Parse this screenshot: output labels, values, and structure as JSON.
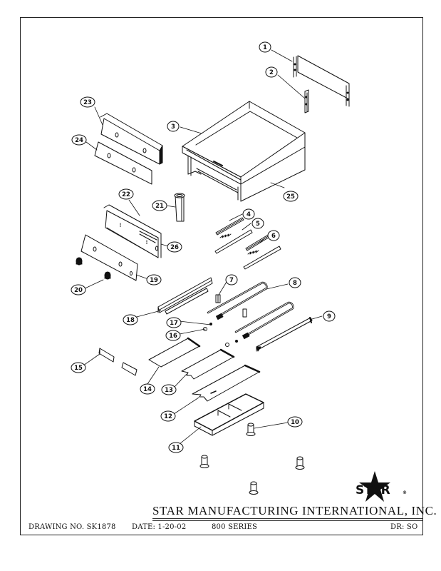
{
  "drawing": {
    "type": "exploded-parts-diagram",
    "subject": "800 Series griddle"
  },
  "callouts": [
    {
      "id": "1",
      "label": "1"
    },
    {
      "id": "2",
      "label": "2"
    },
    {
      "id": "3",
      "label": "3"
    },
    {
      "id": "4",
      "label": "4"
    },
    {
      "id": "5",
      "label": "5"
    },
    {
      "id": "6",
      "label": "6"
    },
    {
      "id": "7",
      "label": "7"
    },
    {
      "id": "8",
      "label": "8"
    },
    {
      "id": "9",
      "label": "9"
    },
    {
      "id": "10",
      "label": "10"
    },
    {
      "id": "11",
      "label": "11"
    },
    {
      "id": "12",
      "label": "12"
    },
    {
      "id": "13",
      "label": "13"
    },
    {
      "id": "14",
      "label": "14"
    },
    {
      "id": "15",
      "label": "15"
    },
    {
      "id": "16",
      "label": "16"
    },
    {
      "id": "17",
      "label": "17"
    },
    {
      "id": "18",
      "label": "18"
    },
    {
      "id": "19",
      "label": "19"
    },
    {
      "id": "20",
      "label": "20"
    },
    {
      "id": "21",
      "label": "21"
    },
    {
      "id": "22",
      "label": "22"
    },
    {
      "id": "23",
      "label": "23"
    },
    {
      "id": "24",
      "label": "24"
    },
    {
      "id": "25",
      "label": "25"
    },
    {
      "id": "26",
      "label": "26"
    }
  ],
  "logo": {
    "text": "STAR",
    "registered": "®"
  },
  "title_block": {
    "company": "STAR MANUFACTURING INTERNATIONAL, INC.",
    "drawing_no": "DRAWING NO. SK1878",
    "date": "DATE: 1-20-02",
    "series": "800 SERIES",
    "drafter": "DR: SO"
  }
}
